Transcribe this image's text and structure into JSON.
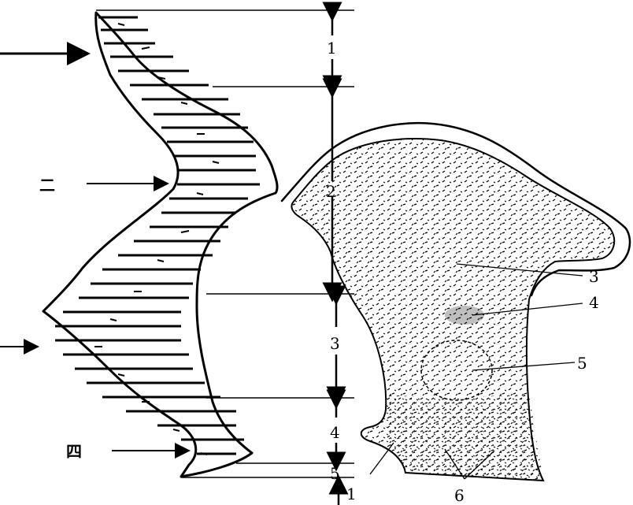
{
  "left_side_labels": [
    "二",
    "四"
  ],
  "segment_labels": [
    "1",
    "2",
    "3",
    "4",
    "5"
  ],
  "bottom_left_label": "1",
  "detail_labels": [
    "3",
    "4",
    "5",
    "6"
  ],
  "ink_color": "#000000",
  "background_color": "#ffffff"
}
